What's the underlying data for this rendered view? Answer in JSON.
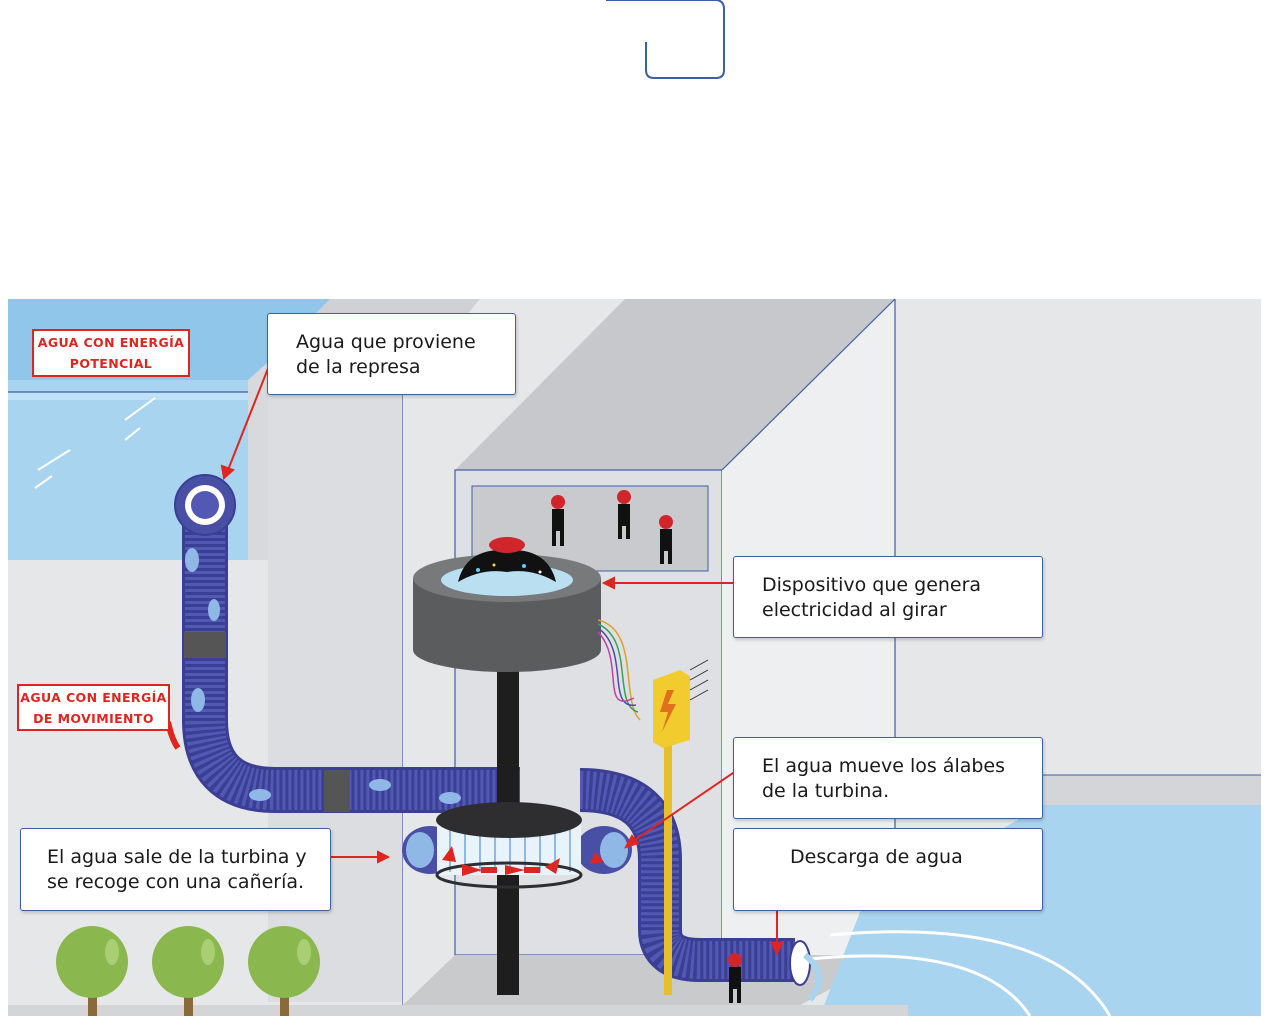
{
  "labels": {
    "potential": [
      "AGUA CON ENERGÍA",
      "POTENCIAL"
    ],
    "movement": [
      "AGUA CON ENERGÍA",
      "DE MOVIMIENTO"
    ]
  },
  "callouts": {
    "dam_water": [
      "Agua que proviene",
      "de la represa"
    ],
    "generator": [
      "Dispositivo que genera",
      "electricidad al girar"
    ],
    "turbine_blades": [
      "El agua mueve los álabes",
      "de la turbina."
    ],
    "discharge": [
      "Descarga de agua"
    ],
    "outlet": [
      "El agua sale de la turbina y",
      "se recoge con una cañería."
    ]
  },
  "colors": {
    "accent_red": "#e02520",
    "callout_border": "#3d5fa8",
    "pipe_blue": "#4a4fa6",
    "water_blue": "#a8d4ef",
    "building_gray": "#e6e7e9",
    "generator_gray": "#5b5c5e",
    "tree_green": "#8ab84f"
  },
  "icons": [
    "worker-icon",
    "electric-box-icon",
    "tree-icon",
    "arrow-icon"
  ]
}
